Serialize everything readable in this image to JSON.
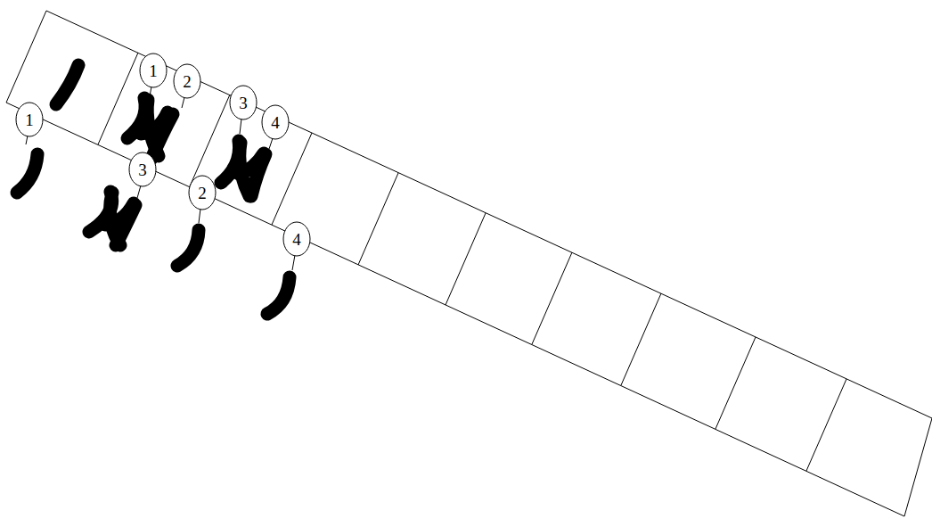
{
  "diagram": {
    "labels": [
      "1",
      "1",
      "2",
      "3",
      "4",
      "3",
      "2",
      "4"
    ]
  }
}
